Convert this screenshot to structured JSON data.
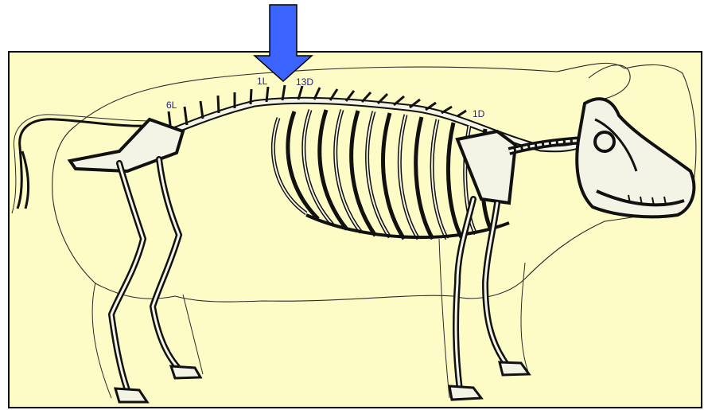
{
  "colors": {
    "panel_background": "#fdfbc6",
    "arrow": "#3b64ff",
    "label_text": "#26267a"
  },
  "arrow": {
    "direction": "down",
    "icon": "down-arrow-icon"
  },
  "labels": {
    "lumbar_6": "6L",
    "lumbar_1": "1L",
    "thoracic_13": "13D",
    "thoracic_1": "1D"
  }
}
